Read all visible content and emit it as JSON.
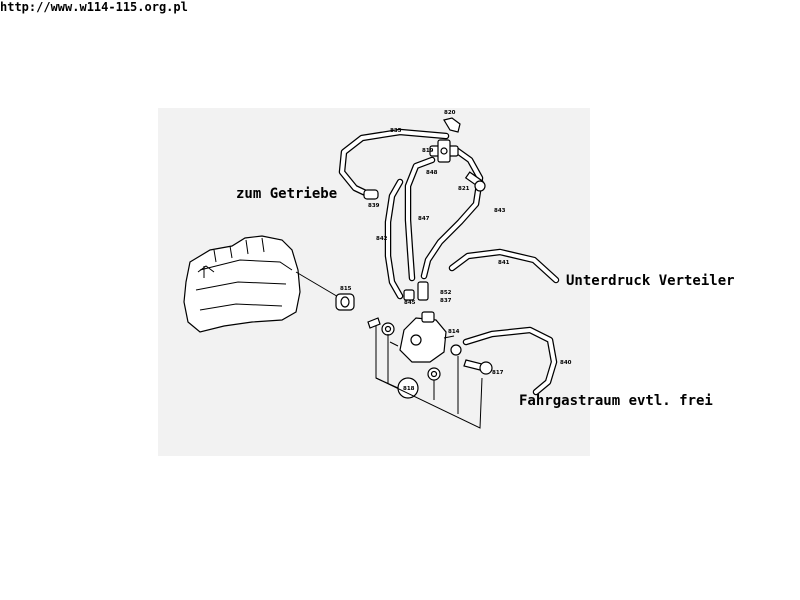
{
  "header": {
    "url": "http://www.w114-115.org.pl"
  },
  "callouts": {
    "transmission": "zum Getriebe",
    "vacuum_distributor": "Unterdruck Verteiler",
    "passenger_compartment": "Fahrgastraum evtl. frei"
  },
  "part_numbers": {
    "p820": "820",
    "p835": "835",
    "p819": "819",
    "p848": "848",
    "p821": "821",
    "p839": "839",
    "p843": "843",
    "p847": "847",
    "p842": "842",
    "p841": "841",
    "p815": "815",
    "p852": "852",
    "p837": "837",
    "p845": "845",
    "p814": "814",
    "p840": "840",
    "p817": "817",
    "p818": "818"
  },
  "colors": {
    "background": "#ffffff",
    "panel": "#f2f2f2",
    "ink": "#000000"
  }
}
